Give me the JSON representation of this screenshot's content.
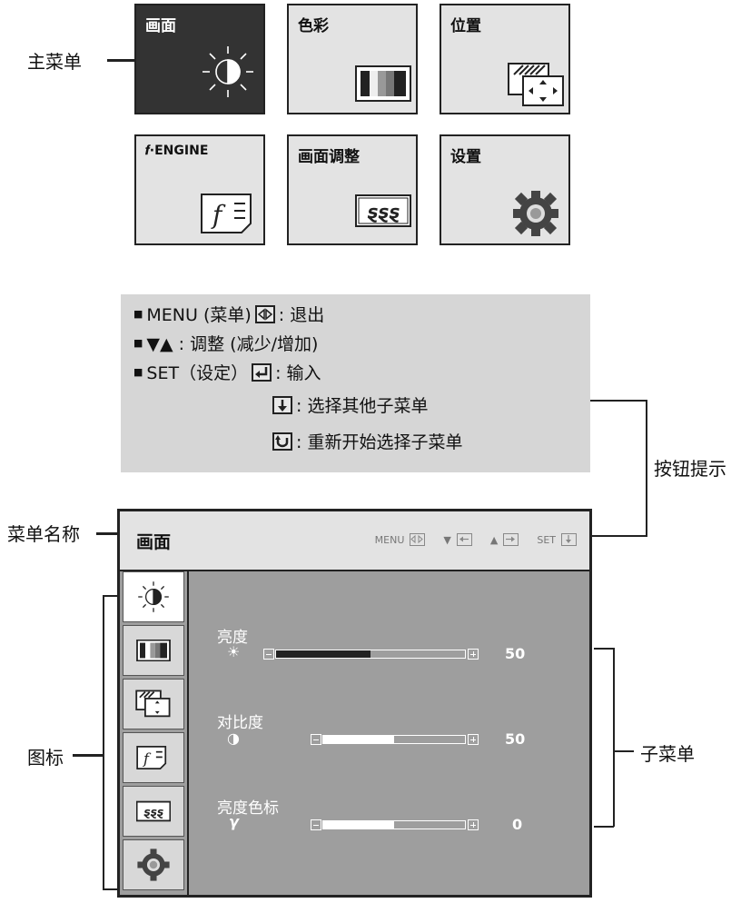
{
  "main_menu": {
    "tiles": [
      {
        "label": "画面",
        "icon": "brightness-icon",
        "active": true
      },
      {
        "label": "色彩",
        "icon": "color-bars-icon",
        "active": false
      },
      {
        "label": "位置",
        "icon": "position-icon",
        "active": false
      },
      {
        "label": "𝒇·ENGINE",
        "icon": "f-engine-icon",
        "active": false
      },
      {
        "label": "画面调整",
        "icon": "picture-adjust-icon",
        "active": false
      },
      {
        "label": "设置",
        "icon": "gear-icon",
        "active": false
      }
    ]
  },
  "callouts": {
    "main_menu": "主菜单",
    "button_hint": "按钮提示",
    "menu_name": "菜单名称",
    "icons": "图标",
    "submenu": "子菜单"
  },
  "hint": {
    "rows": [
      {
        "bullet": "■",
        "pre": "MENU (菜单)",
        "post": ": 退出"
      },
      {
        "bullet": "■",
        "pre": "▼▲ : 调整 (减少/增加)"
      },
      {
        "bullet": "■",
        "pre": "SET（设定）",
        "post": ": 输入"
      },
      {
        "post": ": 选择其他子菜单"
      },
      {
        "post": ": 重新开始选择子菜单"
      }
    ]
  },
  "osd": {
    "title": "画面",
    "keys": {
      "menu": "MENU",
      "set": "SET",
      "down": "▼",
      "up": "▲"
    },
    "submenu": [
      {
        "label": "亮度",
        "symbol": "☀",
        "value": "50",
        "level": 0.5,
        "fill": "#222222"
      },
      {
        "label": "对比度",
        "symbol": "◑",
        "value": "50",
        "level": 0.5,
        "fill": "#ffffff"
      },
      {
        "label": "亮度色标",
        "symbol": "γ",
        "value": "0",
        "level": 0.5,
        "fill": "#ffffff"
      }
    ]
  },
  "colors": {
    "osd_bg": "#9e9e9e",
    "hint_bg": "#d6d6d6",
    "tile_bg": "#e3e3e3",
    "active_tile": "#333333"
  }
}
